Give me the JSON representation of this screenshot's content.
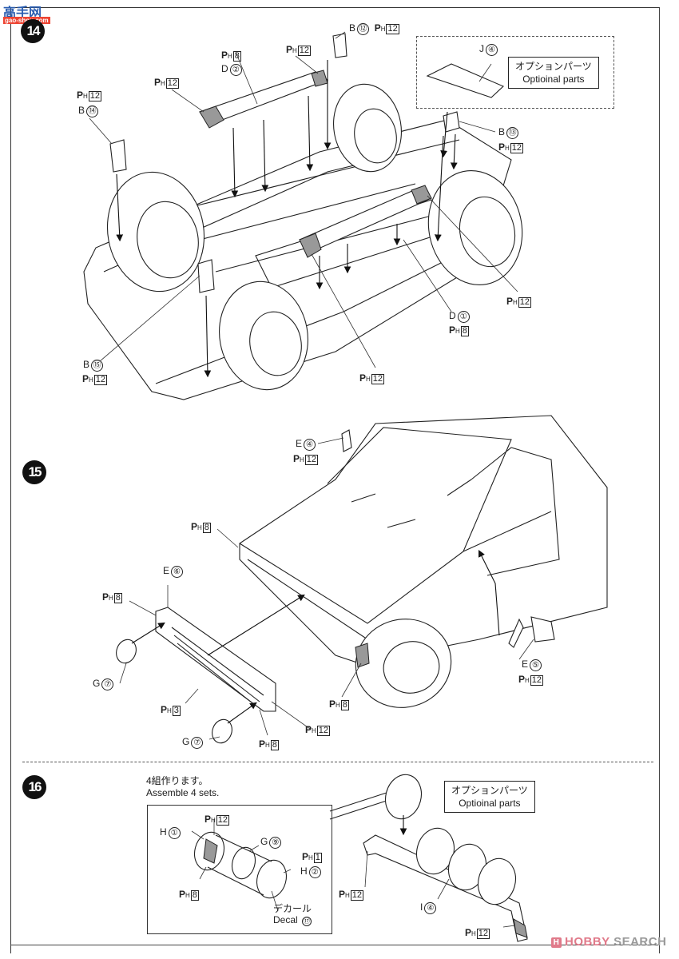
{
  "header_logo": {
    "text": "高手网",
    "sub": "gao-shou.com"
  },
  "steps": {
    "s14": {
      "number": "14"
    },
    "s15": {
      "number": "15"
    },
    "s16": {
      "number": "16"
    }
  },
  "paint_prefix": "P",
  "paint_sub": "H",
  "optional_parts": {
    "jp": "オプションパーツ",
    "en": "Optioinal parts"
  },
  "step14": {
    "labels": [
      {
        "id": "b12",
        "part": "B",
        "num": "⑫",
        "paint": "12"
      },
      {
        "id": "d2",
        "part": "D",
        "num": "②",
        "paint": "8"
      },
      {
        "id": "d2_end",
        "paint": "12"
      },
      {
        "id": "d2_left",
        "paint": "12"
      },
      {
        "id": "b14",
        "part": "B",
        "num": "⑭",
        "paint": "12"
      },
      {
        "id": "j4",
        "part": "J",
        "num": "④"
      },
      {
        "id": "b13",
        "part": "B",
        "num": "⑬",
        "paint": "12"
      },
      {
        "id": "tire_r",
        "paint": "12"
      },
      {
        "id": "d1",
        "part": "D",
        "num": "①",
        "paint": "8"
      },
      {
        "id": "d1_end",
        "paint": "12"
      },
      {
        "id": "b15",
        "part": "B",
        "num": "⑮",
        "paint": "12"
      }
    ]
  },
  "step15": {
    "labels": [
      {
        "id": "e4",
        "part": "E",
        "num": "④",
        "paint": "12"
      },
      {
        "id": "light",
        "paint": "8"
      },
      {
        "id": "e6",
        "part": "E",
        "num": "⑥"
      },
      {
        "id": "grille_l",
        "paint": "8"
      },
      {
        "id": "g7a",
        "part": "G",
        "num": "⑦"
      },
      {
        "id": "grille",
        "paint": "3"
      },
      {
        "id": "g7b",
        "part": "G",
        "num": "⑦"
      },
      {
        "id": "grille_r",
        "paint": "8"
      },
      {
        "id": "grille_end",
        "paint": "12"
      },
      {
        "id": "corner",
        "paint": "8"
      },
      {
        "id": "e5",
        "part": "E",
        "num": "⑤",
        "paint": "12"
      }
    ]
  },
  "step16": {
    "instruction_jp": "4組作ります。",
    "instruction_en": "Assemble 4 sets.",
    "labels": [
      {
        "id": "h1_paint",
        "paint": "12"
      },
      {
        "id": "h1",
        "part": "H",
        "num": "①"
      },
      {
        "id": "g9",
        "part": "G",
        "num": "⑨"
      },
      {
        "id": "ph1",
        "paint": "1"
      },
      {
        "id": "h2",
        "part": "H",
        "num": "②"
      },
      {
        "id": "h1_inner",
        "paint": "8"
      },
      {
        "id": "bar_left",
        "paint": "12"
      },
      {
        "id": "i4",
        "part": "I",
        "num": "④"
      },
      {
        "id": "bar_right",
        "paint": "12"
      }
    ],
    "decal": {
      "jp": "デカール",
      "en": "Decal",
      "num": "⑰"
    }
  },
  "watermark": {
    "brand": "HOBBY",
    "suffix": "SEARCH"
  }
}
